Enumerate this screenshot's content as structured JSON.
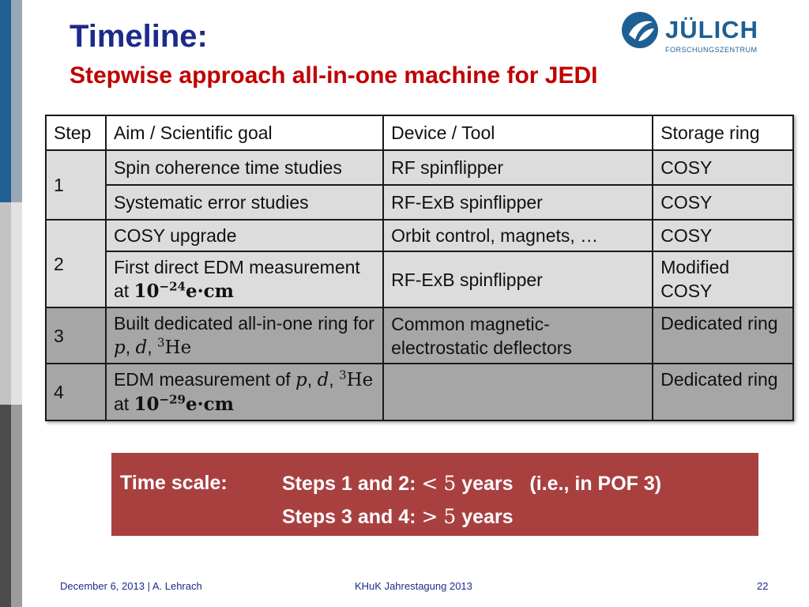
{
  "slide": {
    "title": "Timeline:",
    "subtitle": "Stepwise approach all-in-one machine for JEDI"
  },
  "logo": {
    "name": "JÜLICH",
    "tagline": "FORSCHUNGSZENTRUM"
  },
  "table": {
    "headers": [
      "Step",
      "Aim / Scientific goal",
      "Device / Tool",
      "Storage ring"
    ],
    "rows": [
      {
        "step": "1",
        "aim": "Spin coherence time studies",
        "device": "RF spinflipper",
        "ring": "COSY"
      },
      {
        "aim": "Systematic error studies",
        "device": "RF-ExB spinflipper",
        "ring": "COSY"
      },
      {
        "step": "2",
        "aim": "COSY upgrade",
        "device": "Orbit control, magnets, …",
        "ring": "COSY"
      },
      {
        "aim_text": "First direct EDM measurement at",
        "aim_power": "−24",
        "device": "RF-ExB spinflipper",
        "ring": "Modified COSY"
      },
      {
        "step": "3",
        "aim_text": "Built dedicated all-in-one ring for",
        "device": "Common magnetic-electrostatic deflectors",
        "ring": "Dedicated ring"
      },
      {
        "step": "4",
        "aim_text": "EDM measurement of",
        "aim_connector": "at",
        "aim_power": "−29",
        "device": "",
        "ring": "Dedicated ring"
      }
    ]
  },
  "timescale": {
    "label": "Time scale:",
    "line1_prefix": "Steps 1 and 2:",
    "line1_symbol": "<",
    "line1_value": "5",
    "line1_unit": "years",
    "line1_note": "(i.e., in POF 3)",
    "line2_prefix": "Steps 3 and 4:",
    "line2_symbol": ">",
    "line2_value": "5",
    "line2_unit": "years"
  },
  "footer": {
    "left": "December 6, 2013 | A. Lehrach",
    "center": "KHuK Jahrestagung 2013",
    "page": "22"
  },
  "colors": {
    "title": "#1c2b8a",
    "subtitle": "#c00000",
    "brand_blue": "#1f5f93",
    "timebox": "#a94040",
    "row_light": "#dcdcdc",
    "row_dark": "#a6a6a6"
  }
}
